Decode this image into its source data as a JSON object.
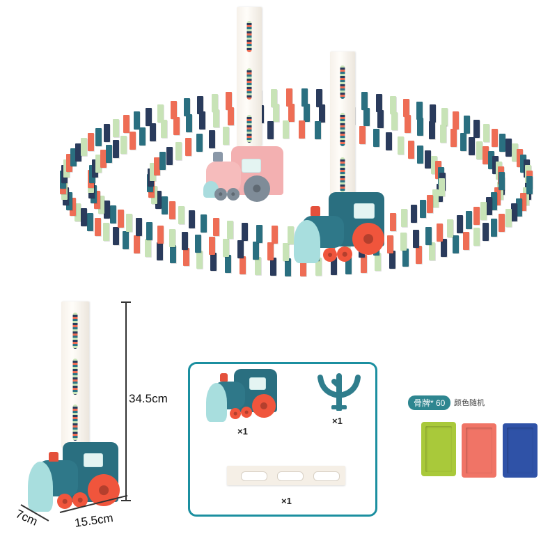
{
  "product": {
    "type": "domino train toy product photo",
    "colors": {
      "teal": "#2a6f80",
      "navy": "#2a3b5c",
      "coral": "#ee6d55",
      "mint": "#c8e3b7",
      "pink": "#f2aeb0",
      "wheel_orange": "#f0553c",
      "box_border": "#1b8fa0"
    }
  },
  "dimensions": {
    "height_label": "34.5cm",
    "length_label": "15.5cm",
    "width_label": "7cm"
  },
  "contents_box": {
    "items": [
      {
        "name": "train",
        "qty": "×1"
      },
      {
        "name": "dispenser-tool",
        "qty": "×1"
      },
      {
        "name": "loading-tower",
        "qty": "×1"
      }
    ]
  },
  "dominoes": {
    "count_label": "骨牌* 60",
    "note": "颜色随机",
    "sample_colors": [
      "#a9c93a",
      "#f07466",
      "#2f52a7"
    ]
  }
}
